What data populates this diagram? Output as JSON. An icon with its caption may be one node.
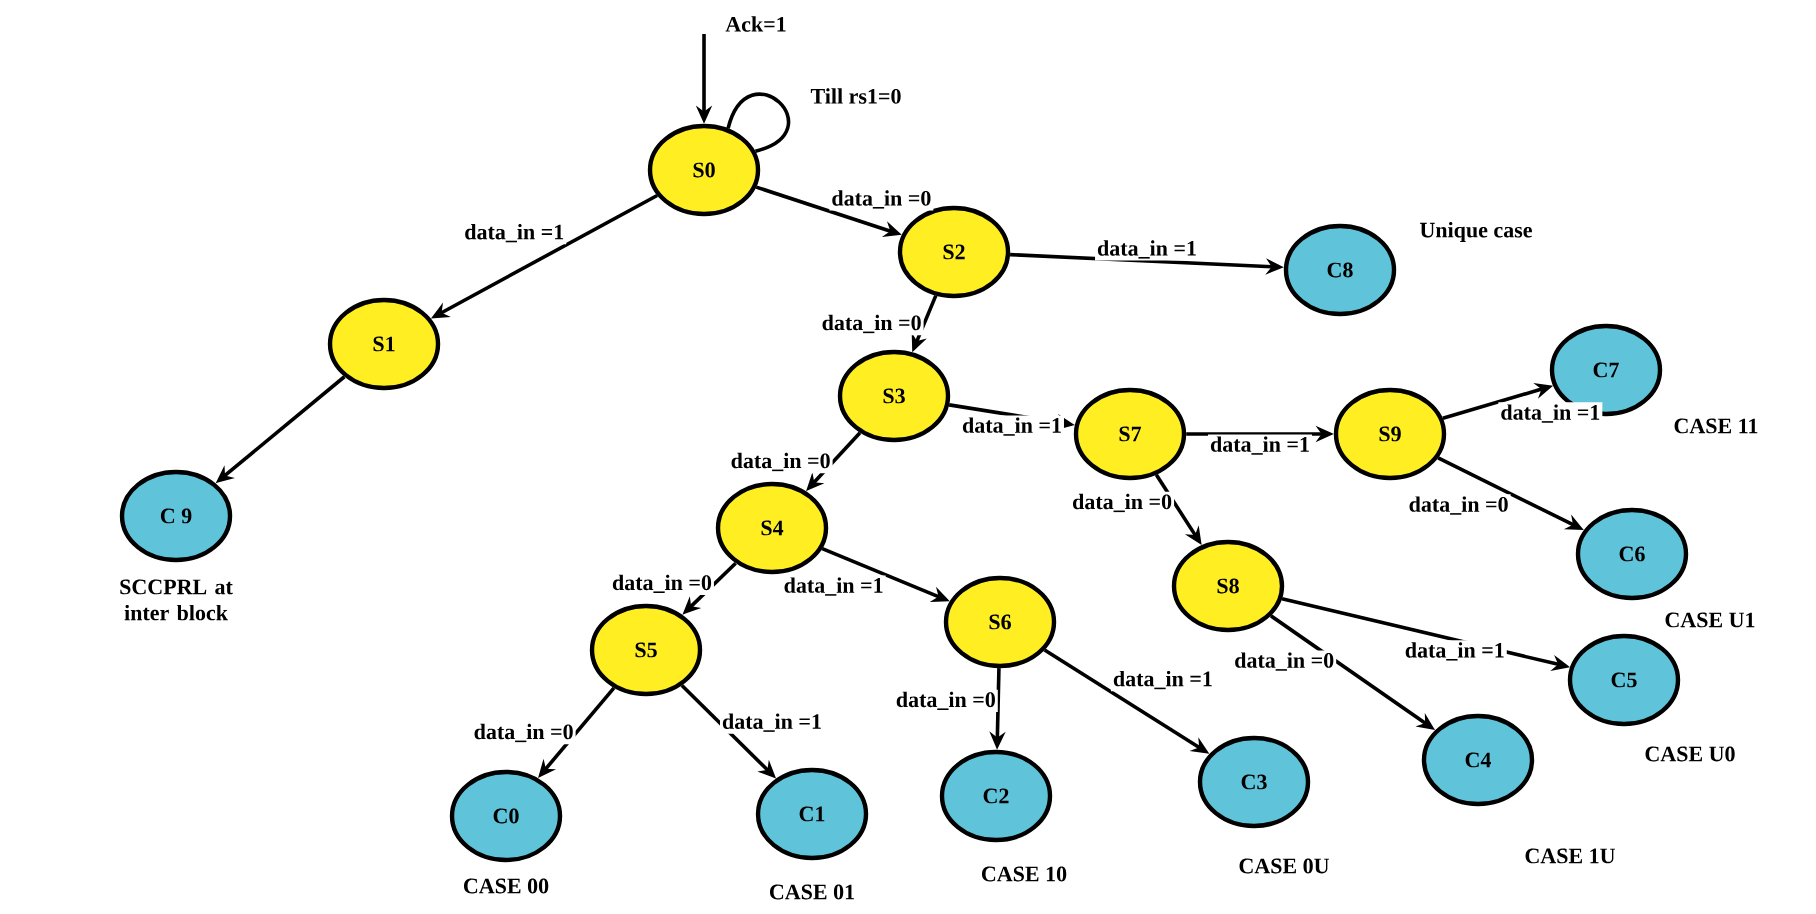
{
  "diagram": {
    "nodes": [
      {
        "text": [
          "S0"
        ]
      },
      {
        "text": [
          "S1"
        ]
      },
      {
        "text": [
          "C 9"
        ],
        "beside": [
          "SCCPRL at inter block"
        ]
      },
      {
        "text": [
          "S2"
        ]
      },
      {
        "text": [
          "C8"
        ],
        "beside": [
          "Unique case"
        ]
      },
      {
        "text": [
          "S3"
        ]
      },
      {
        "text": [
          "S7"
        ]
      },
      {
        "text": [
          "S9"
        ]
      },
      {
        "text": [
          "C7"
        ],
        "beside": [
          "CASE 11"
        ]
      },
      {
        "text": [
          "C6"
        ],
        "beside": [
          "CASE U1"
        ]
      },
      {
        "text": [
          "S4"
        ]
      },
      {
        "text": [
          "S5"
        ]
      },
      {
        "text": [
          "S6"
        ]
      },
      {
        "text": [
          "S8"
        ]
      },
      {
        "text": [
          "C5"
        ],
        "beside": [
          "CASE U0"
        ]
      },
      {
        "text": [
          "C4"
        ],
        "beside": [
          "CASE 1U"
        ]
      },
      {
        "text": [
          "C0"
        ],
        "beside": [
          "CASE 00"
        ]
      },
      {
        "text": [
          "C1"
        ],
        "beside": [
          "CASE 01"
        ]
      },
      {
        "text": [
          "C2"
        ],
        "beside": [
          "CASE 10"
        ]
      },
      {
        "text": [
          "C3"
        ],
        "beside": [
          "CASE 0U"
        ]
      }
    ],
    "edges": [
      {
        "from": null,
        "to": 0,
        "arrow": "to",
        "label": "Ack=1"
      },
      {
        "from": 0,
        "to": 0,
        "arrow": "none",
        "label": "Till rs1=0"
      },
      {
        "from": 0,
        "to": 1,
        "arrow": "to",
        "label": "data_in =1"
      },
      {
        "from": 0,
        "to": 3,
        "arrow": "to",
        "label": "data_in =0"
      },
      {
        "from": 1,
        "to": 2,
        "arrow": "to"
      },
      {
        "from": 3,
        "to": 4,
        "arrow": "to",
        "label": "data_in =1"
      },
      {
        "from": 3,
        "to": 5,
        "arrow": "to",
        "label": "data_in =0"
      },
      {
        "from": 5,
        "to": 10,
        "arrow": "to",
        "label": "data_in =0"
      },
      {
        "from": 5,
        "to": 6,
        "arrow": "to",
        "label": "data_in =1"
      },
      {
        "from": 6,
        "to": 7,
        "arrow": "to",
        "label": "data_in =1"
      },
      {
        "from": 7,
        "to": 8,
        "arrow": "to",
        "label": "data_in =1"
      },
      {
        "from": 7,
        "to": 9,
        "arrow": "to",
        "label": "data_in =0"
      },
      {
        "from": 6,
        "to": 13,
        "arrow": "to",
        "label": "data_in =0"
      },
      {
        "from": 10,
        "to": 11,
        "arrow": "to",
        "label": "data_in =0"
      },
      {
        "from": 10,
        "to": 12,
        "arrow": "to",
        "label": "data_in =1"
      },
      {
        "from": 11,
        "to": 16,
        "arrow": "to",
        "label": "data_in =0"
      },
      {
        "from": 11,
        "to": 17,
        "arrow": "to",
        "label": "data_in =1"
      },
      {
        "from": 12,
        "to": 18,
        "arrow": "to",
        "label": "data_in =0"
      },
      {
        "from": 12,
        "to": 19,
        "arrow": "to",
        "label": "data_in =1"
      },
      {
        "from": 13,
        "to": 15,
        "arrow": "to",
        "label": "data_in =0"
      },
      {
        "from": 13,
        "to": 14,
        "arrow": "to",
        "label": "data_in =1"
      }
    ]
  }
}
